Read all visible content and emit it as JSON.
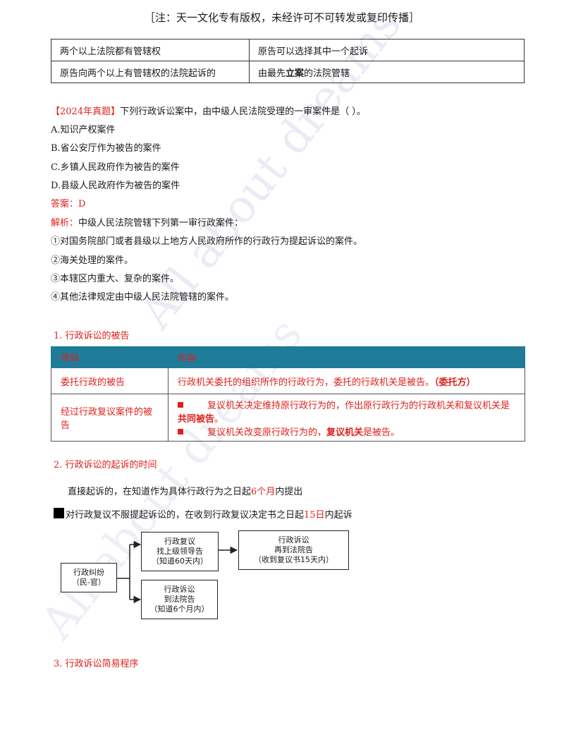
{
  "header_note": "［注：天一文化专有版权，未经许可不可转发或复印传播］",
  "table1": [
    [
      "两个以上法院都有管辖权",
      "原告可以选择其中一个起诉"
    ],
    [
      "原告向两个以上有管辖权的法院起诉的",
      "由最先",
      "立案",
      "的法院管辖"
    ]
  ],
  "question": {
    "tag": "【2024年真题】",
    "stem": "下列行政诉讼案中，由中级人民法院受理的一审案件是（ ）。",
    "options": [
      "A.知识产权案件",
      "B.省公安厅作为被告的案件",
      "C.乡镇人民政府作为被告的案件",
      "D.县级人民政府作为被告的案件"
    ],
    "answer": "答案：D",
    "analysis_label": "解析：",
    "analysis_text": "中级人民法院管辖下列第一审行政案件：",
    "points": [
      "①对国务院部门或者县级以上地方人民政府所作的行政行为提起诉讼的案件。",
      "②海关处理的案件。",
      "③本辖区内重大、复杂的案件。",
      "④其他法律规定由中级人民法院管辖的案件。"
    ]
  },
  "section1": {
    "title": "1.  行政诉讼的被告",
    "headers": [
      "项目",
      "内容"
    ],
    "row1_key": "委托行政的被告",
    "row1_val": "行政机关委托的组织所作的行政行为，委托的行政机关是被告。",
    "row1_bold": "（委托方）",
    "row2_key": "经过行政复议案件的被告",
    "row2_b1": "复议机关决定维持原行政行为的，作出原行政行为的行政机关和复议机关是",
    "row2_b1_bold": "共同被告",
    "row2_b1_end": "。",
    "row2_b2": "复议机关改变原行政行为的，",
    "row2_b2_bold": "复议机关",
    "row2_b2_end": "是被告。"
  },
  "section2": {
    "title": "2.  行政诉讼的起诉的时间",
    "line1_a": "直接起诉的，在知道作为具体行政行为之日起",
    "line1_red": "6个月",
    "line1_b": "内提出",
    "line2_a": "对行政复议不服提起诉讼的，在收到行政复议决定书之日起",
    "line2_red": "15日",
    "line2_b": "内起诉"
  },
  "flow": {
    "start": [
      "行政纠纷",
      "（民-官）"
    ],
    "top": [
      "行政复议",
      "找上级领导告",
      "（知道60天内）"
    ],
    "right": [
      "行政诉讼",
      "再到法院告",
      "（收到复议书15天内）"
    ],
    "bottom": [
      "行政诉讼",
      "到法院告",
      "（知道6个月内）"
    ]
  },
  "section3": {
    "title": "3.  行政诉讼简易程序"
  },
  "watermark": "All about dreams",
  "colors": {
    "accent_red": "#e0201b",
    "table_header": "#1f7b98"
  }
}
